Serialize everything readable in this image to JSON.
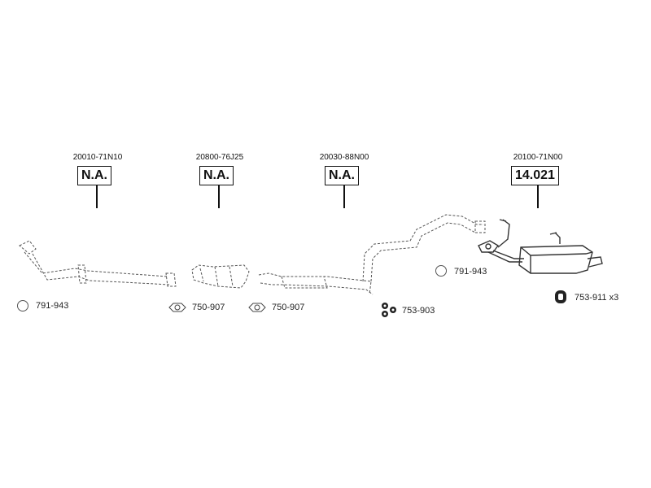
{
  "parts": [
    {
      "oem": "20010-71N10",
      "price": "N.A."
    },
    {
      "oem": "20800-76J25",
      "price": "N.A."
    },
    {
      "oem": "20030-88N00",
      "price": "N.A."
    },
    {
      "oem": "20100-71N00",
      "price": "14.021"
    }
  ],
  "accessories": [
    {
      "code": "791-943",
      "icon": "ring-icon"
    },
    {
      "code": "750-907",
      "icon": "gasket-icon"
    },
    {
      "code": "750-907",
      "icon": "gasket-icon"
    },
    {
      "code": "753-903",
      "icon": "rubber-mount-icon"
    },
    {
      "code": "791-943",
      "icon": "ring-icon"
    },
    {
      "code": "753-911 x3",
      "icon": "hanger-icon"
    }
  ]
}
